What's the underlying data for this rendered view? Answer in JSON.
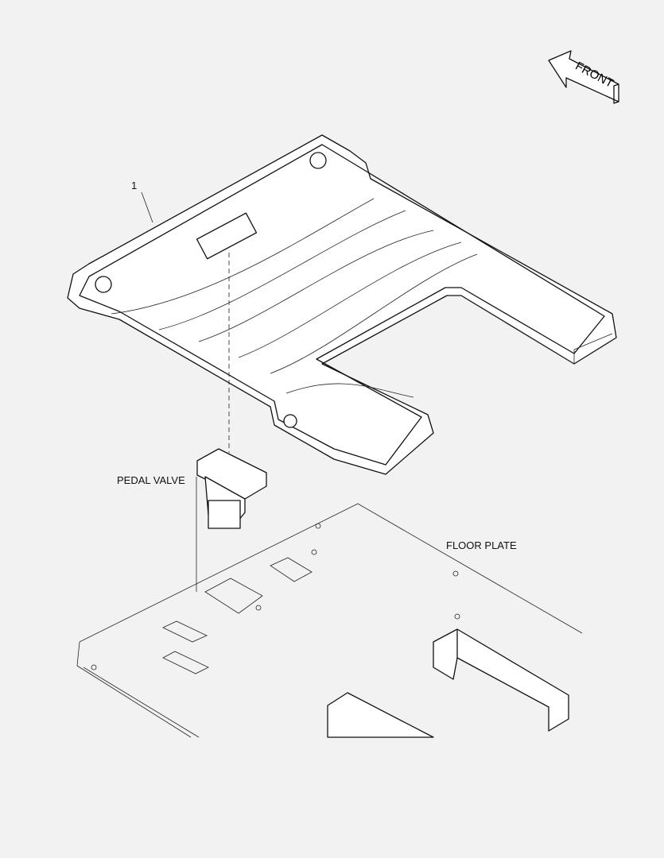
{
  "diagram": {
    "labels": {
      "front": "FRONT",
      "callout_1": "1",
      "pedal_valve": "PEDAL VALVE",
      "floor_plate": "FLOOR PLATE"
    },
    "colors": {
      "background": "#f2f2f2",
      "line": "#111111"
    }
  }
}
